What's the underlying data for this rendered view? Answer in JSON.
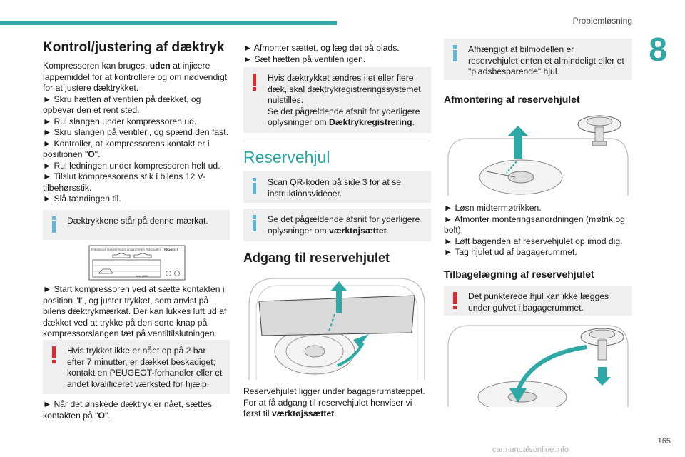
{
  "header": {
    "section_title": "Problemløsning",
    "chapter": "8",
    "page_number": "165"
  },
  "col1": {
    "title": "Kontrol/justering af dæktryk",
    "p1_pre": "Kompressoren kan bruges, ",
    "p1_bold": "uden",
    "p1_post": " at injicere lappemiddel for at kontrollere og om nødvendigt for at justere dæktrykket.",
    "step1": "► Skru hætten af ventilen på dækket, og opbevar den et rent sted.",
    "step2": "► Rul slangen under kompressoren ud.",
    "step3": "► Skru slangen på ventilen, og spænd den fast.",
    "step4_pre": "► Kontroller, at kompressorens kontakt er i positionen \"",
    "step4_bold": "O",
    "step4_post": "\".",
    "step5": "► Rul ledningen under kompressoren helt ud.",
    "step6": "► Tilslut kompressorens stik i bilens 12 V-tilbehørsstik.",
    "step7": "► Slå tændingen til.",
    "info_note": "Dæktrykkene står på denne mærkat.",
    "label_text": "PRESSIONS PNEUS FROIDS / COLD TYRES PRESSURES",
    "label_logo": "PEUGEOT",
    "label_row": "Nom.   AND1",
    "p2_pre": "► Start kompressoren ved at sætte kontakten i position \"",
    "p2_bold": "I",
    "p2_post": "\", og juster trykket, som anvist på bilens dæktrykmærkat. Der kan lukkes luft ud af dækket ved at trykke på den sorte knap på kompressorslangen tæt på ventiltilslutningen.",
    "warn_note": "Hvis trykket ikke er nået op på 2 bar efter 7 minutter, er dækket beskadiget; kontakt en PEUGEOT-forhandler eller et andet kvalificeret værksted for hjælp.",
    "p3_pre": "► Når det ønskede dæktryk er nået, sættes kontakten på \"",
    "p3_bold": "O",
    "p3_post": "\"."
  },
  "col2": {
    "step1": "► Afmonter sættet, og læg det på plads.",
    "step2": "► Sæt hætten på ventilen igen.",
    "warn_line1": "Hvis dæktrykket ændres i et eller flere dæk, skal dæktrykregistreringssystemet nulstilles.",
    "warn_line2_pre": "Se det pågældende afsnit for yderligere oplysninger om ",
    "warn_line2_bold": "Dæktrykregistrering",
    "warn_line2_post": ".",
    "section_title": "Reservehjul",
    "info1": "Scan QR-koden på side 3 for at se instruktionsvideoer.",
    "info2_pre": "Se det pågældende afsnit for yderligere oplysninger om ",
    "info2_bold": "værktøjsættet",
    "info2_post": ".",
    "access_title": "Adgang til reservehjulet",
    "caption_pre": "Reservehjulet ligger under bagagerumstæppet. For at få adgang til reservehjulet henviser vi først til ",
    "caption_bold": "værktøjssættet",
    "caption_post": "."
  },
  "col3": {
    "info_note": "Afhængigt af bilmodellen er reservehjulet enten et almindeligt eller et \"pladsbesparende\" hjul.",
    "removal_title": "Afmontering af reservehjulet",
    "step1": "► Løsn midtermøtrikken.",
    "step2": "► Afmonter monteringsanordningen (møtrik og bolt).",
    "step3": "► Løft bagenden af reservehjulet op imod dig.",
    "step4": "► Tag hjulet ud af bagagerummet.",
    "refit_title": "Tilbagelægning af reservehjulet",
    "warn_note": "Det punkterede hjul kan ikke lægges under gulvet i bagagerummet."
  },
  "footer": {
    "watermark": "carmanualsonline.info"
  },
  "colors": {
    "accent": "#2ea8a4",
    "warning": "#e3262e",
    "info": "#5fb6d9",
    "note_bg": "#efefef"
  }
}
